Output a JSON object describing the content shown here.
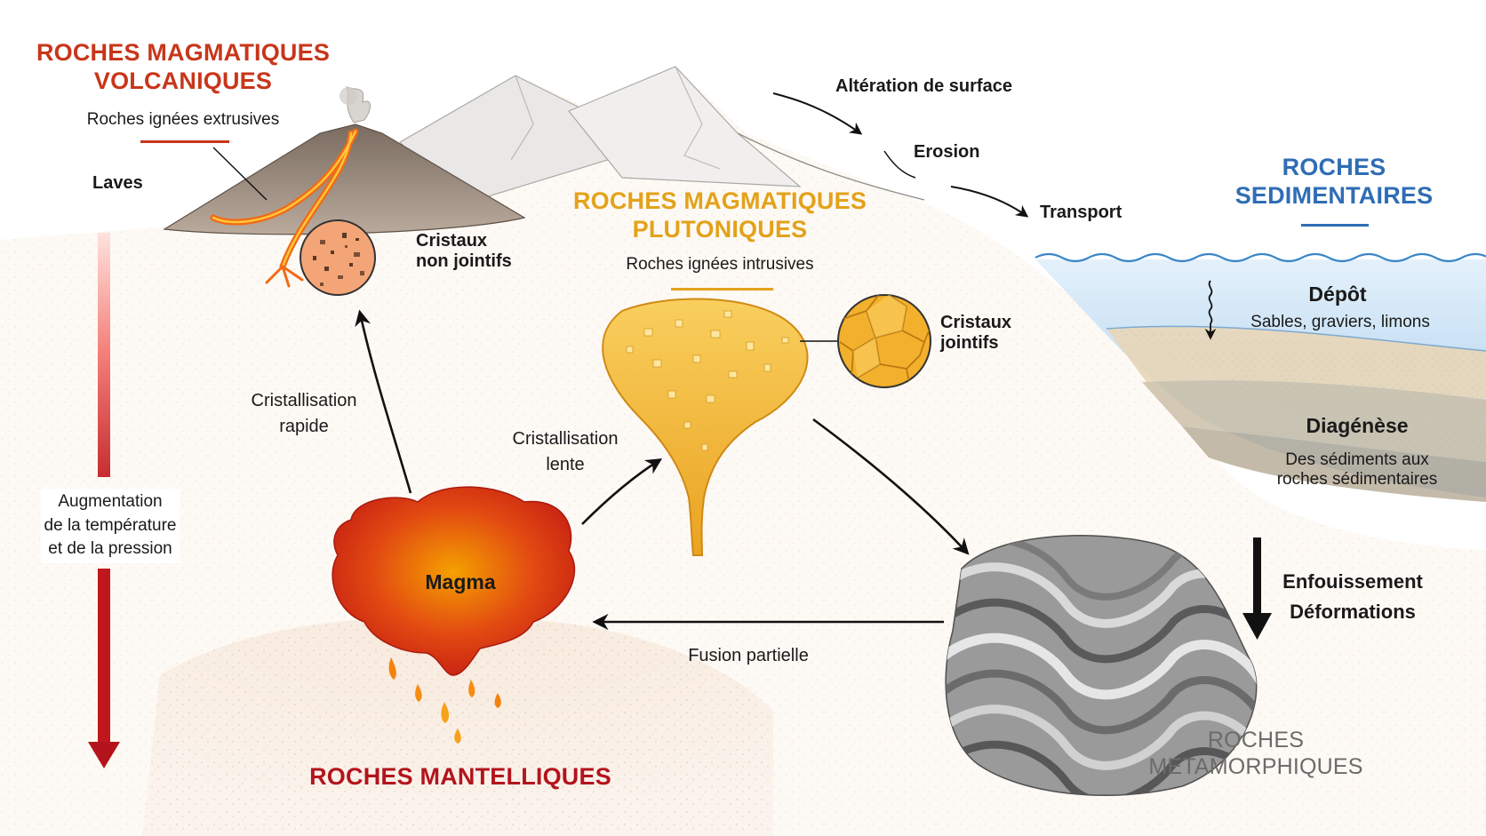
{
  "volcanic": {
    "title_line1": "ROCHES MAGMATIQUES",
    "title_line2": "VOLCANIQUES",
    "subtitle": "Roches ignées extrusives",
    "laves": "Laves",
    "crystals_line1": "Cristaux",
    "crystals_line2": "non jointifs"
  },
  "plutonic": {
    "title_line1": "ROCHES MAGMATIQUES",
    "title_line2": "PLUTONIQUES",
    "subtitle": "Roches ignées intrusives",
    "crystals_line1": "Cristaux",
    "crystals_line2": "jointifs"
  },
  "sedimentary": {
    "title_line1": "ROCHES",
    "title_line2": "SEDIMENTAIRES",
    "depot": "Dépôt",
    "depot_sub": "Sables, graviers, limons",
    "diagenese": "Diagénèse",
    "diagenese_sub_line1": "Des sédiments aux",
    "diagenese_sub_line2": "roches sédimentaires"
  },
  "surface": {
    "alteration": "Altération de surface",
    "erosion": "Erosion",
    "transport": "Transport"
  },
  "metamorphic": {
    "title_line1": "ROCHES",
    "title_line2": "METAMORPHIQUES",
    "burial_line1": "Enfouissement",
    "burial_line2": "Déformations"
  },
  "mantle": {
    "title": "ROCHES MANTELLIQUES",
    "magma": "Magma"
  },
  "processes": {
    "rapid_line1": "Cristallisation",
    "rapid_line2": "rapide",
    "slow_line1": "Cristallisation",
    "slow_line2": "lente",
    "fusion": "Fusion partielle",
    "gradient_line1": "Augmentation",
    "gradient_line2": "de la température",
    "gradient_line3": "et de la pression"
  },
  "colors": {
    "volcanic": "#c8361a",
    "plutonic": "#e3a21a",
    "sedimentary": "#2f6db5",
    "mantle": "#b3141c",
    "metamorphic": "#6b6b6b"
  }
}
